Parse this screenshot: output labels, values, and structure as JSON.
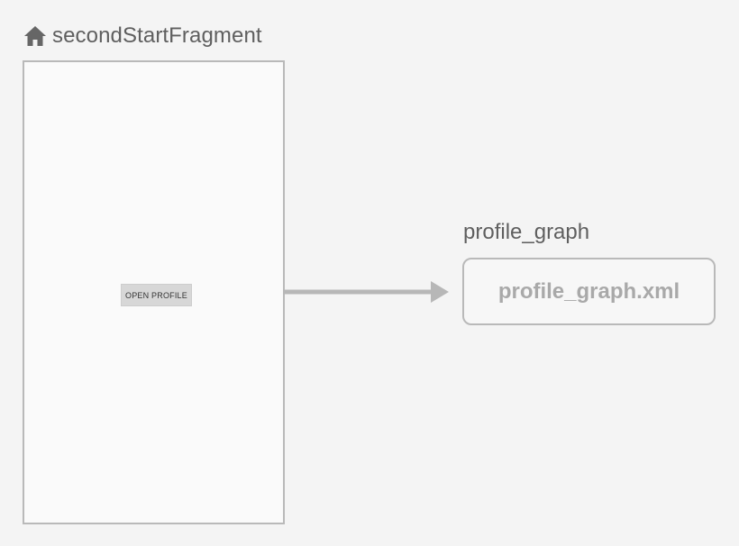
{
  "start_destination": {
    "icon": "home-icon",
    "title": "secondStartFragment",
    "button_label": "OPEN PROFILE"
  },
  "nested_graph": {
    "label": "profile_graph",
    "file": "profile_graph.xml"
  },
  "colors": {
    "canvas_background": "#f4f4f4",
    "screen_background": "#fafafa",
    "border": "#b9b9b9",
    "arrow": "#b7b7b7",
    "title_text": "#5f5f5f",
    "file_text": "#a9a9a9",
    "button_background": "#d7d7d7"
  }
}
